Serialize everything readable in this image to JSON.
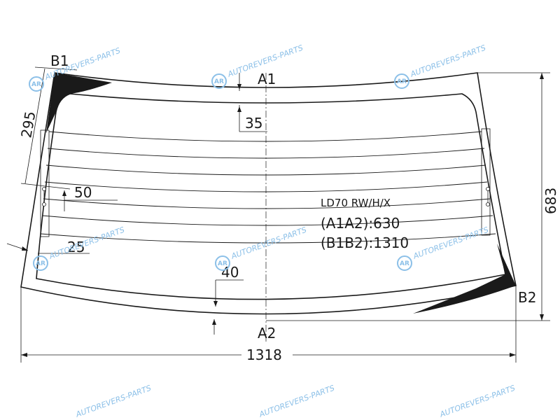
{
  "watermark": {
    "text": "AUTOREVERS-PARTS",
    "logo": "AR"
  },
  "points": {
    "a1": "A1",
    "a2": "A2",
    "b1": "B1",
    "b2": "B2"
  },
  "dimensions": {
    "d295": "295",
    "d35": "35",
    "d50": "50",
    "d25": "25",
    "d40": "40",
    "d683": "683",
    "d1318": "1318"
  },
  "specs": {
    "code": "LD70 RW/H/X",
    "a1a2": "(A1A2):630",
    "b1b2": "(B1B2):1310"
  },
  "colors": {
    "line": "#1a1a1a",
    "watermark": "#8cc0e8"
  }
}
